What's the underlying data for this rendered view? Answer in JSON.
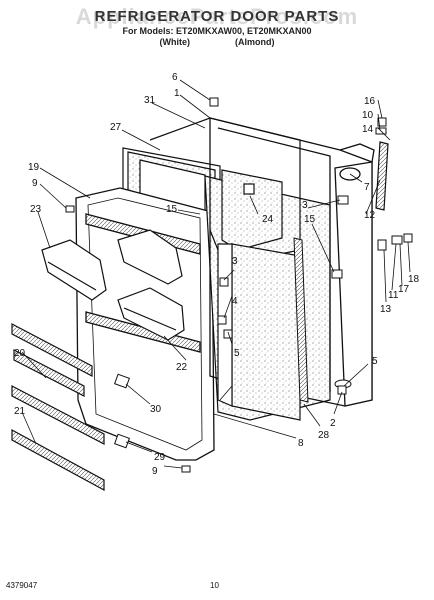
{
  "header": {
    "title": "REFRIGERATOR DOOR PARTS",
    "models": "For Models: ET20MKXAW00, ET20MKXAN00",
    "color_white": "(White)",
    "color_almond": "(Almond)"
  },
  "watermark": "AppliancePartsPros.com",
  "footer": {
    "doc_number": "4379047",
    "page_number": "10"
  },
  "callouts": [
    {
      "id": "c6",
      "label": "6"
    },
    {
      "id": "c1",
      "label": "1"
    },
    {
      "id": "c31",
      "label": "31"
    },
    {
      "id": "c27",
      "label": "27"
    },
    {
      "id": "c19",
      "label": "19"
    },
    {
      "id": "c9a",
      "label": "9"
    },
    {
      "id": "c23",
      "label": "23"
    },
    {
      "id": "c15a",
      "label": "15"
    },
    {
      "id": "c24",
      "label": "24"
    },
    {
      "id": "c3a",
      "label": "3"
    },
    {
      "id": "c16",
      "label": "16"
    },
    {
      "id": "c10",
      "label": "10"
    },
    {
      "id": "c14",
      "label": "14"
    },
    {
      "id": "c7",
      "label": "7"
    },
    {
      "id": "c3b",
      "label": "3"
    },
    {
      "id": "c15b",
      "label": "15"
    },
    {
      "id": "c12",
      "label": "12"
    },
    {
      "id": "c13",
      "label": "13"
    },
    {
      "id": "c11",
      "label": "11"
    },
    {
      "id": "c17",
      "label": "17"
    },
    {
      "id": "c18",
      "label": "18"
    },
    {
      "id": "c4",
      "label": "4"
    },
    {
      "id": "c5a",
      "label": "5"
    },
    {
      "id": "c5b",
      "label": "5"
    },
    {
      "id": "c22",
      "label": "22"
    },
    {
      "id": "c20",
      "label": "20"
    },
    {
      "id": "c30",
      "label": "30"
    },
    {
      "id": "c21",
      "label": "21"
    },
    {
      "id": "c29",
      "label": "29"
    },
    {
      "id": "c2",
      "label": "2"
    },
    {
      "id": "c8",
      "label": "8"
    },
    {
      "id": "c28",
      "label": "28"
    },
    {
      "id": "c9b",
      "label": "9"
    }
  ]
}
